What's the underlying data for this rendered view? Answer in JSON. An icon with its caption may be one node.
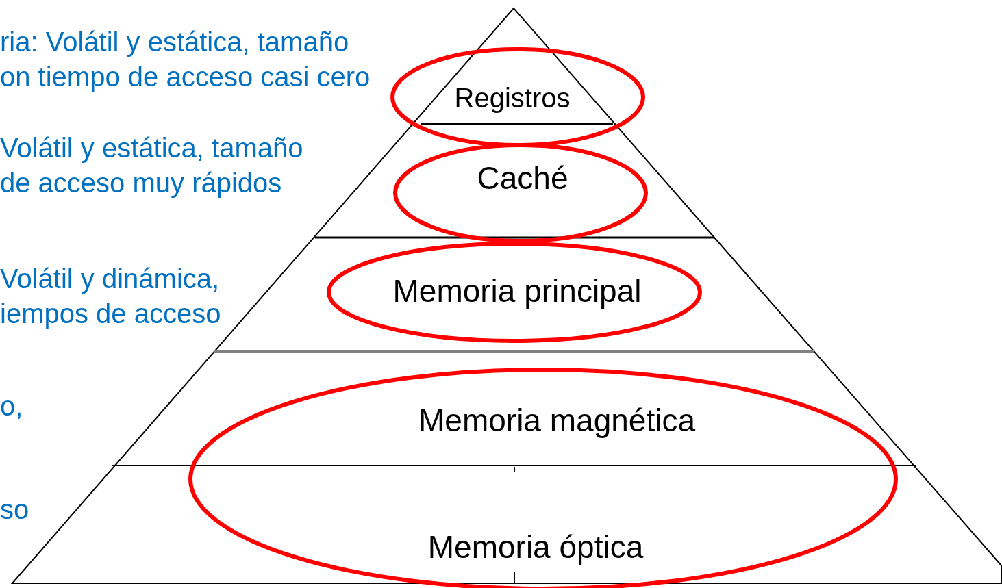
{
  "diagram": {
    "nodes": [
      {
        "text": [
          "Registros"
        ]
      },
      {
        "text": [
          "Caché"
        ]
      },
      {
        "text": [
          "Memoria principal"
        ]
      },
      {
        "text": [
          "Memoria magnética"
        ]
      },
      {
        "text": [
          "Memoria óptica"
        ]
      }
    ],
    "labels": [
      "ria: Volátil y estática, tamaño on tiempo de acceso casi cero",
      "Volátil y estática, tamaño de acceso muy rápidos",
      "Volátil y dinámica, iempos de acceso",
      "o,",
      "so"
    ]
  }
}
